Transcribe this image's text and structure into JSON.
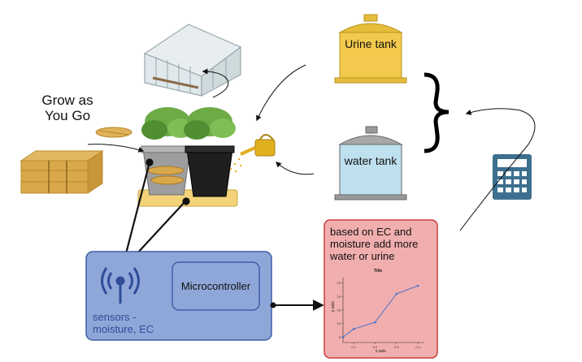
{
  "labels": {
    "grow_as_you_go": "Grow as\nYou Go",
    "urine_tank": "Urine tank",
    "water_tank": "water tank",
    "microcontroller": "Microcontroller",
    "sensors": "sensors -\nmoisture, EC",
    "logic": "based on EC and moisture add more water or urine"
  },
  "colors": {
    "urine": "#f2c94c",
    "water": "#bfe0ee",
    "tank_gray": "#9a9a9a",
    "sensor_box": "#8fa6d8",
    "sensor_border": "#3e5ea8",
    "logic_box": "#f1aeae",
    "logic_border": "#c9403f",
    "calculator": "#3d6f8e",
    "straw": "#d4a04a",
    "can": "#e0b020"
  },
  "icons": [
    "greenhouse-icon",
    "hay-bale-icon",
    "straw-icon",
    "plant-pot-icon",
    "watering-can-icon",
    "urine-tank-icon",
    "water-tank-icon",
    "curly-brace-icon",
    "calculator-icon",
    "antenna-icon"
  ],
  "chart_data": {
    "type": "line",
    "title": "Title",
    "xlabel": "x axis",
    "ylabel": "y axis",
    "x": [
      0.05,
      0.1,
      0.2,
      0.3,
      0.4
    ],
    "y": [
      5,
      8,
      10.5,
      21,
      24
    ],
    "xticks": [
      "0.1",
      "0.2",
      "0.3",
      "0.4"
    ],
    "yticks": [
      "5",
      "10",
      "15",
      "20",
      "25"
    ],
    "xlim": [
      0.05,
      0.43
    ],
    "ylim": [
      3,
      27
    ],
    "grid": false
  }
}
